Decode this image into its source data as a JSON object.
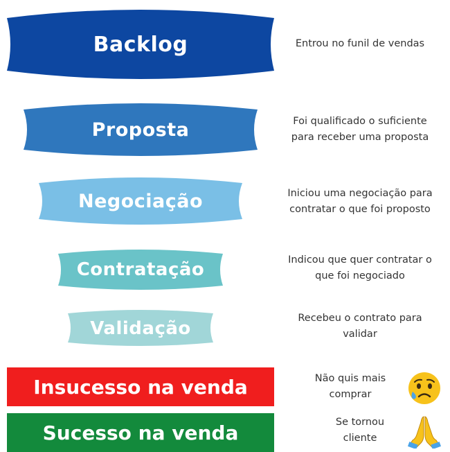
{
  "stages": [
    {
      "label": "Backlog",
      "description_lines": [
        "Entrou no funil de vendas"
      ],
      "color": "#0d47a1"
    },
    {
      "label": "Proposta",
      "description_lines": [
        "Foi qualificado o suficiente",
        "para receber uma proposta"
      ],
      "color": "#2f77bd"
    },
    {
      "label": "Negociação",
      "description_lines": [
        "Iniciou uma negociação para",
        "contratar o que foi proposto"
      ],
      "color": "#7abfe6"
    },
    {
      "label": "Contratação",
      "description_lines": [
        "Indicou que quer contratar o",
        "que foi negociado"
      ],
      "color": "#6ac3c8"
    },
    {
      "label": "Validação",
      "description_lines": [
        "Recebeu o contrato para",
        "validar"
      ],
      "color": "#a1d6d8"
    }
  ],
  "outcomes": [
    {
      "label": "Insucesso na venda",
      "description_lines": [
        "Não quis mais",
        "comprar"
      ],
      "color": "#f01e1e",
      "icon": "sad-face-icon"
    },
    {
      "label": "Sucesso na venda",
      "description_lines": [
        "Se tornou",
        "cliente"
      ],
      "color": "#138a3c",
      "icon": "praying-hands-icon"
    }
  ]
}
